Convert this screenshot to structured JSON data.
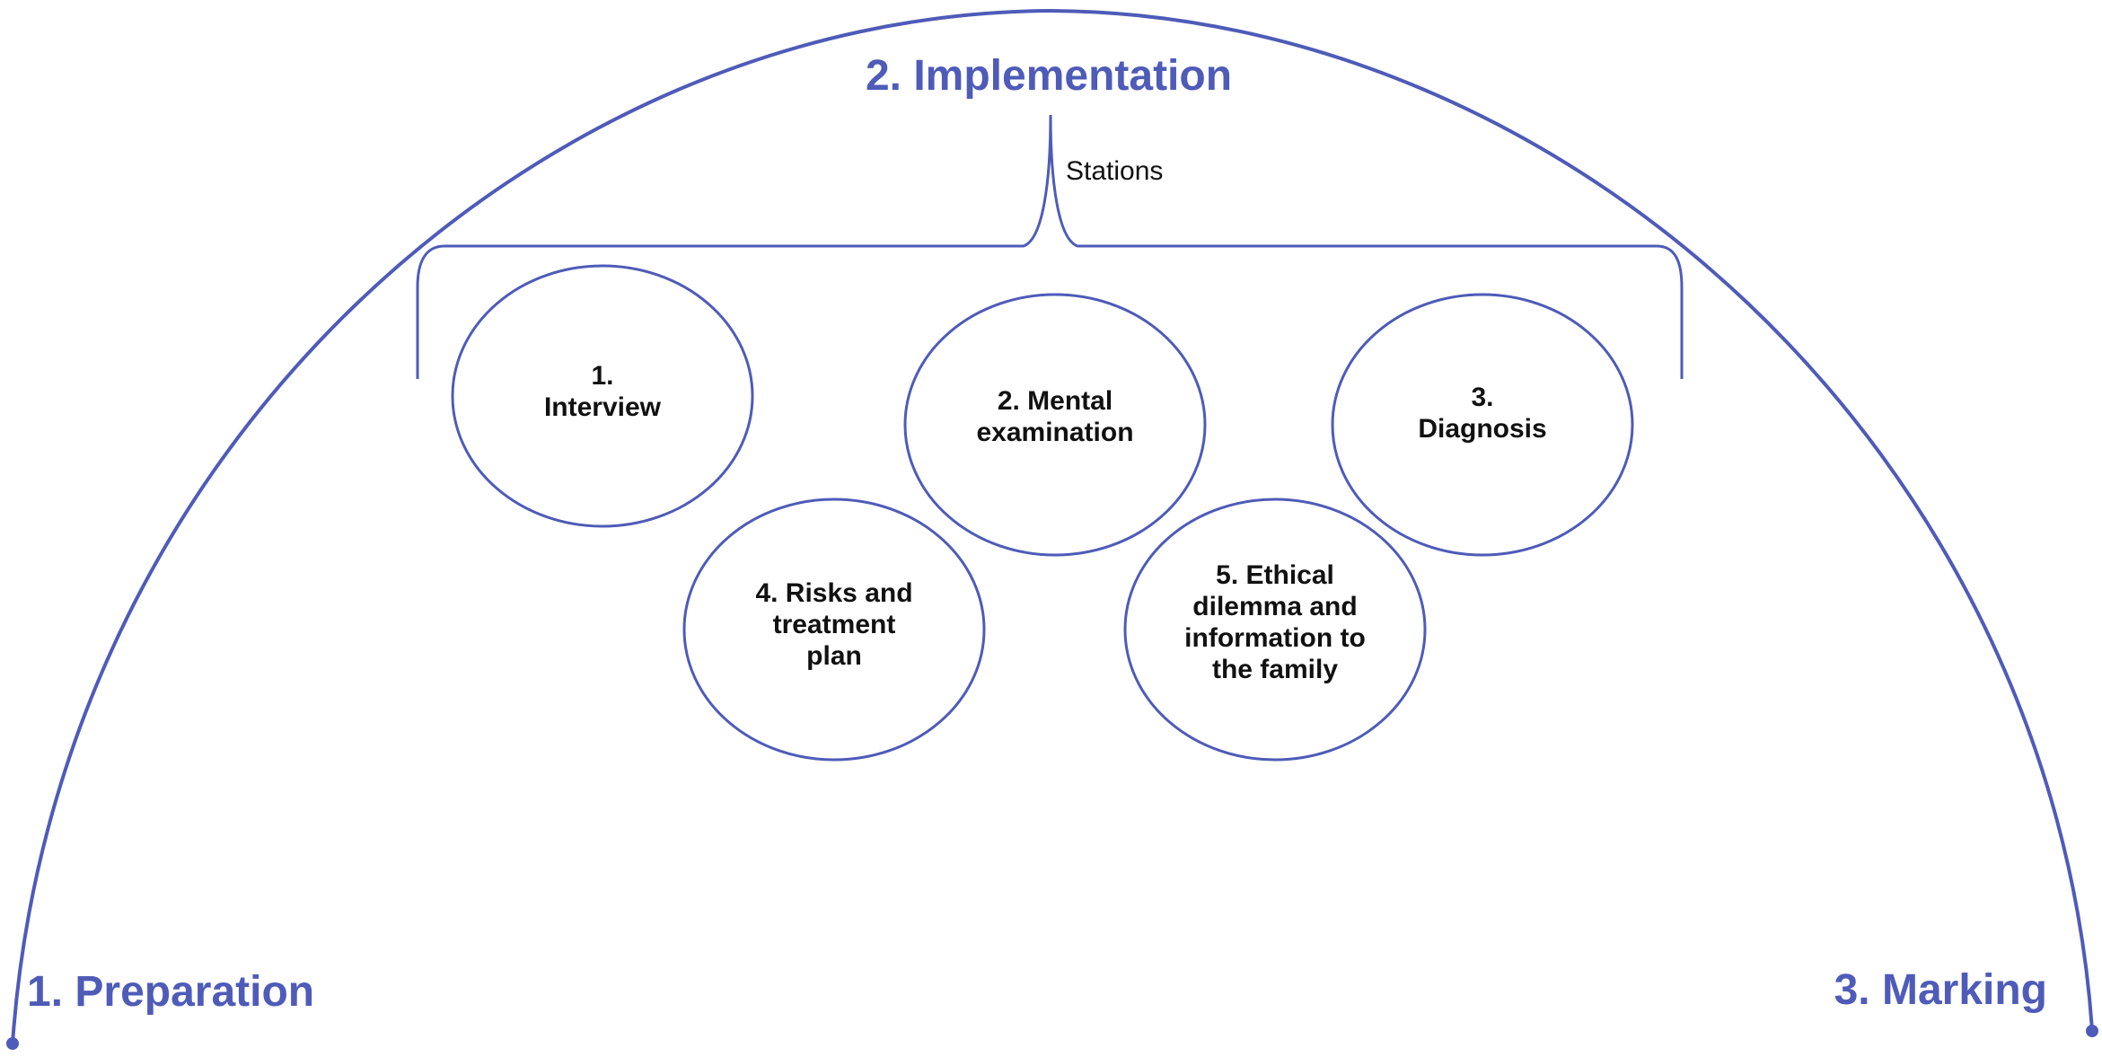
{
  "colors": {
    "accent": "#4E5BB8",
    "text": "#111111",
    "background": "#FFFFFF"
  },
  "phases": {
    "preparation": "1. Preparation",
    "implementation": "2. Implementation",
    "marking": "3. Marking"
  },
  "stations_label": "Stations",
  "stations": [
    {
      "lines": [
        "1.",
        "Interview"
      ]
    },
    {
      "lines": [
        "2. Mental",
        "examination"
      ]
    },
    {
      "lines": [
        "3.",
        "Diagnosis"
      ]
    },
    {
      "lines": [
        "4. Risks and",
        "treatment",
        "plan"
      ]
    },
    {
      "lines": [
        "5. Ethical",
        "dilemma and",
        "information to",
        "the family"
      ]
    }
  ]
}
